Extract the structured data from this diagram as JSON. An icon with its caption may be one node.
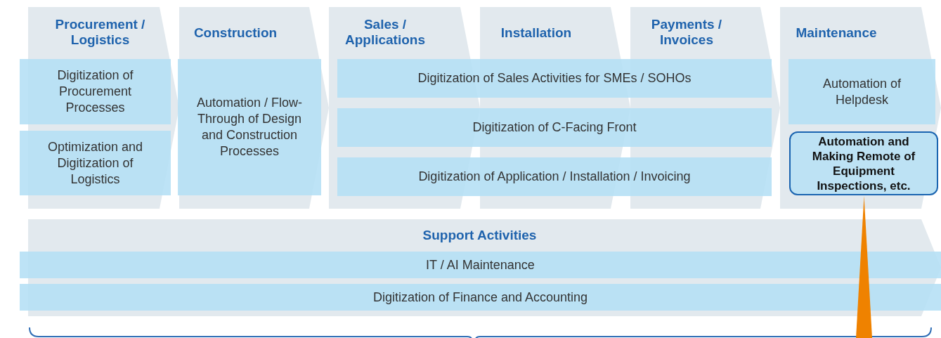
{
  "diagram": {
    "nodes": [
      {
        "text": [
          "Procurement / Logistics"
        ]
      },
      {
        "text": [
          "Construction"
        ]
      },
      {
        "text": [
          "Sales / Applications"
        ]
      },
      {
        "text": [
          "Installation"
        ]
      },
      {
        "text": [
          "Payments / Invoices"
        ]
      },
      {
        "text": [
          "Maintenance"
        ]
      },
      {
        "text": [
          "Digitization of Procurement Processes"
        ],
        "in": 0
      },
      {
        "text": [
          "Optimization and Digitization of Logistics"
        ],
        "in": 0
      },
      {
        "text": [
          "Automation / Flow-Through of Design and Construction Processes"
        ],
        "in": 1
      },
      {
        "text": [
          "Digitization of Sales Activities for SMEs / SOHOs"
        ]
      },
      {
        "text": [
          "Digitization of C-Facing Front"
        ]
      },
      {
        "text": [
          "Digitization of Application / Installation / Invoicing"
        ]
      },
      {
        "text": [
          "Automation of Helpdesk"
        ],
        "in": 5
      },
      {
        "text": [
          "Automation and Making Remote of Equipment Inspections, etc."
        ],
        "in": 5
      },
      {
        "text": [
          "Support Activities"
        ]
      },
      {
        "text": [
          "IT / AI Maintenance"
        ],
        "in": 14
      },
      {
        "text": [
          "Digitization of Finance and Accounting"
        ],
        "in": 14
      },
      {
        "text": [],
        "shape": "triangle"
      }
    ]
  }
}
